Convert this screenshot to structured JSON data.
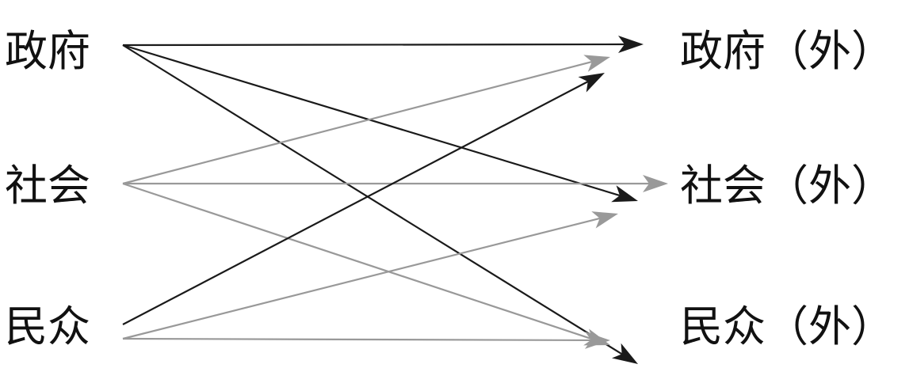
{
  "colors": {
    "black": "#1a1a1a",
    "gray": "#999999"
  },
  "left_nodes": [
    {
      "id": "gov",
      "label": "政府"
    },
    {
      "id": "soc",
      "label": "社会"
    },
    {
      "id": "pub",
      "label": "民众"
    }
  ],
  "right_nodes": [
    {
      "id": "gov_out",
      "label": "政府（外）"
    },
    {
      "id": "soc_out",
      "label": "社会（外）"
    },
    {
      "id": "pub_out",
      "label": "民众（外）"
    }
  ],
  "edges": [
    {
      "from": "gov",
      "to": "gov_out",
      "color": "black"
    },
    {
      "from": "gov",
      "to": "soc_out",
      "color": "black"
    },
    {
      "from": "gov",
      "to": "pub_out",
      "color": "black"
    },
    {
      "from": "soc",
      "to": "gov_out",
      "color": "gray"
    },
    {
      "from": "soc",
      "to": "soc_out",
      "color": "gray"
    },
    {
      "from": "soc",
      "to": "pub_out",
      "color": "gray"
    },
    {
      "from": "pub",
      "to": "gov_out",
      "color": "black"
    },
    {
      "from": "pub",
      "to": "soc_out",
      "color": "gray"
    },
    {
      "from": "pub",
      "to": "pub_out",
      "color": "gray"
    }
  ]
}
